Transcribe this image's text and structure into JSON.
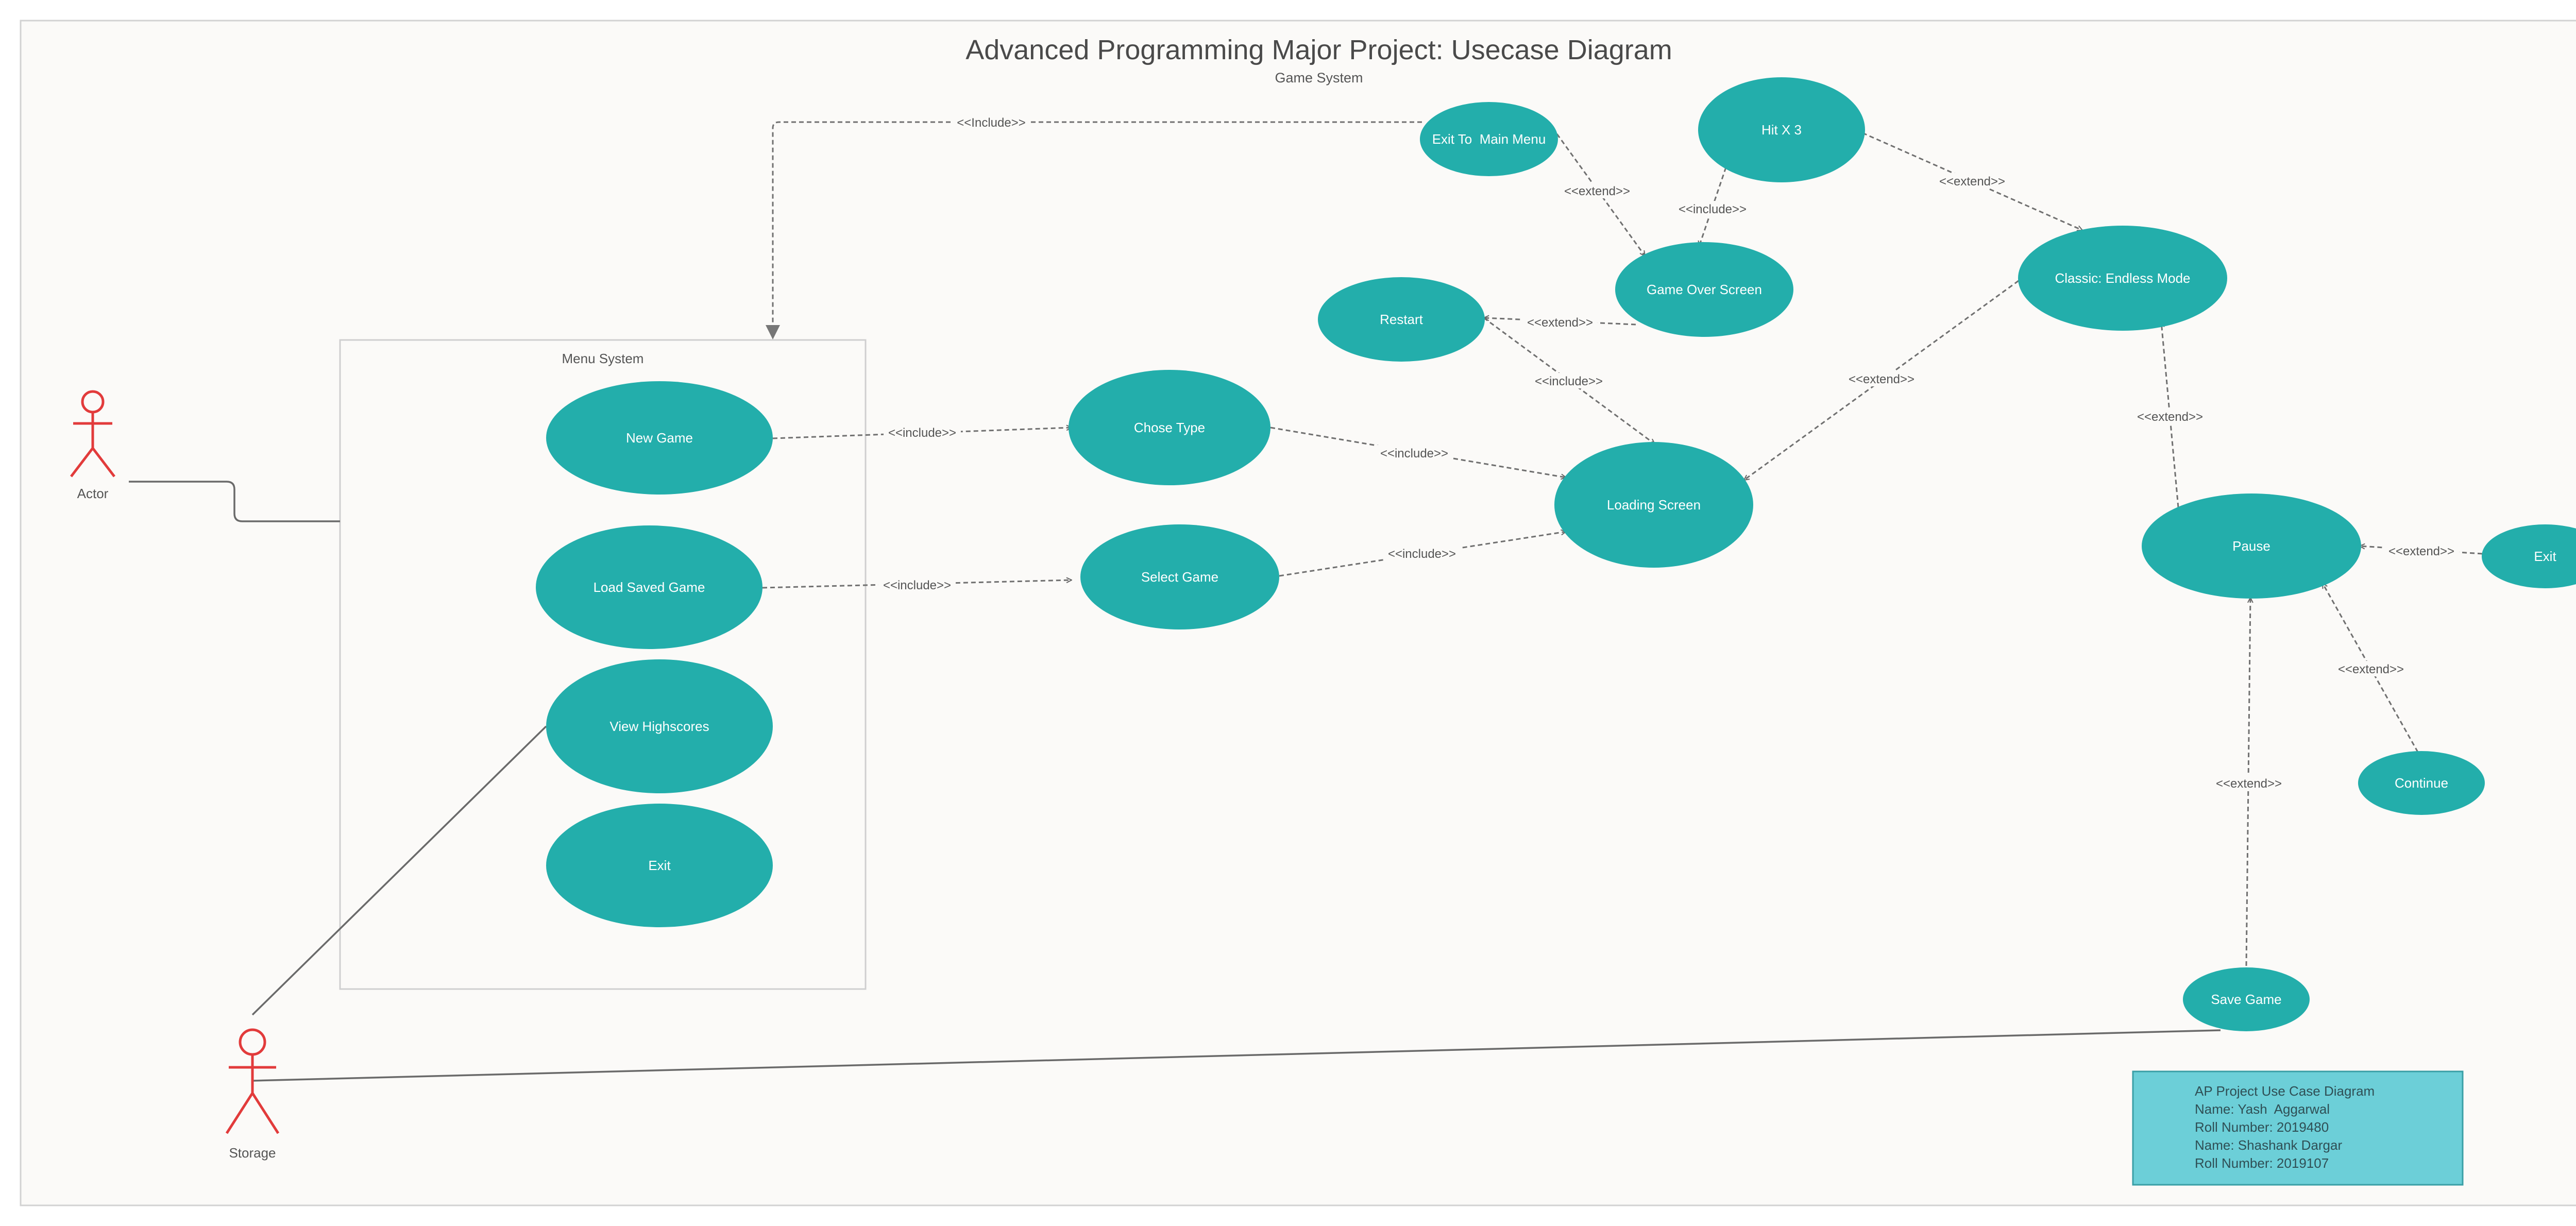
{
  "title": "Advanced Programming Major Project: Usecase Diagram",
  "subtitle": "Game System",
  "colors": {
    "usecase_fill": "#23aeab",
    "actor_stroke": "#e23b3b",
    "background": "#fbfaf8",
    "info_box_fill": "#6ccfd8"
  },
  "system_boundary": {
    "label": "Menu System"
  },
  "actors": {
    "actor": "Actor",
    "storage": "Storage"
  },
  "use_cases": {
    "new_game": "New Game",
    "load_saved_game": "Load Saved Game",
    "view_highscores": "View Highscores",
    "exit_menu": "Exit",
    "chose_type": "Chose Type",
    "select_game": "Select Game",
    "loading_screen": "Loading Screen",
    "restart": "Restart",
    "game_over_screen": "Game Over Screen",
    "exit_to_main_menu": "Exit To  Main Menu",
    "hit_x3": "Hit X 3",
    "classic_endless": "Classic: Endless Mode",
    "pause": "Pause",
    "exit_pause": "Exit",
    "continue": "Continue",
    "save_game": "Save Game"
  },
  "relationships": {
    "include_main_menu": "<<Include>>",
    "include_new_game": "<<include>>",
    "include_load_saved": "<<include>>",
    "include_chose_type": "<<include>>",
    "include_select_game": "<<include>>",
    "include_restart": "<<include>>",
    "include_hit": "<<include>>",
    "extend_exit_main": "<<extend>>",
    "extend_restart": "<<extend>>",
    "extend_hit_classic": "<<extend>>",
    "extend_classic_loading": "<<extend>>",
    "extend_pause_classic": "<<extend>>",
    "extend_exit_pause": "<<extend>>",
    "extend_continue": "<<extend>>",
    "extend_save_game": "<<extend>>"
  },
  "info_box": {
    "line1": "AP Project Use Case Diagram",
    "line2": "Name: Yash  Aggarwal",
    "line3": "Roll Number: 2019480",
    "line4": "Name: Shashank Dargar",
    "line5": "Roll Number: 2019107"
  }
}
